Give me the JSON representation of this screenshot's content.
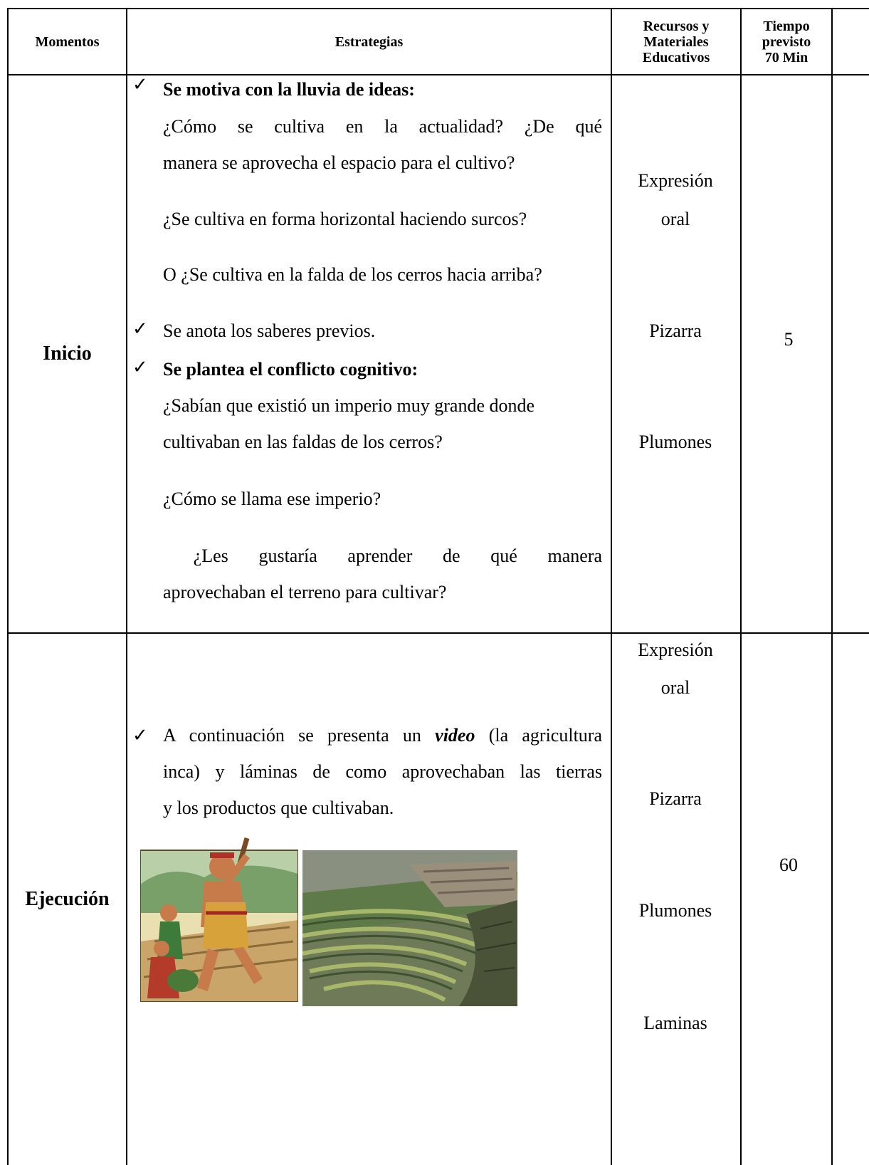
{
  "headers": {
    "momentos": "Momentos",
    "estrategias": "Estrategias",
    "recursos_l1": "Recursos y",
    "recursos_l2": "Materiales",
    "recursos_l3": "Educativos",
    "tiempo_l1": "Tiempo",
    "tiempo_l2": "previsto",
    "tiempo_l3": "70 Min"
  },
  "inicio": {
    "momento": "Inicio",
    "item1_title": "Se motiva con la lluvia de ideas:",
    "q1_line1": "¿Cómo se cultiva en la actualidad? ¿De qué",
    "q1_line2": "manera se aprovecha el espacio para el cultivo?",
    "q2": "¿Se cultiva en forma horizontal haciendo surcos?",
    "q3": "O ¿Se cultiva en la falda de los cerros hacia arriba?",
    "item2": "Se anota los saberes previos.",
    "item3_title": "Se plantea el conflicto cognitivo:",
    "q4_line1": "¿Sabían que existió un imperio muy grande donde",
    "q4_line2": "cultivaban en las faldas de los cerros?",
    "q5": "¿Cómo se llama ese imperio?",
    "q6_line1": " ¿Les gustaría aprender de qué manera",
    "q6_line2": "aprovechaban el terreno para cultivar?",
    "recursos": [
      "Expresión",
      "oral",
      "Pizarra",
      "Plumones"
    ],
    "tiempo": "5"
  },
  "ejecucion": {
    "momento": "Ejecución",
    "line1_pre": "A continuación se presenta un ",
    "line1_em": "video",
    "line1_post": " (la agricultura",
    "line2": "inca) y láminas de como aprovechaban las tierras",
    "line3": "y los productos que cultivaban.",
    "recursos": [
      "Expresión",
      "oral",
      "Pizarra",
      "Plumones",
      "Laminas"
    ],
    "tiempo": "60"
  },
  "icons": {
    "checkmark": "✓"
  }
}
